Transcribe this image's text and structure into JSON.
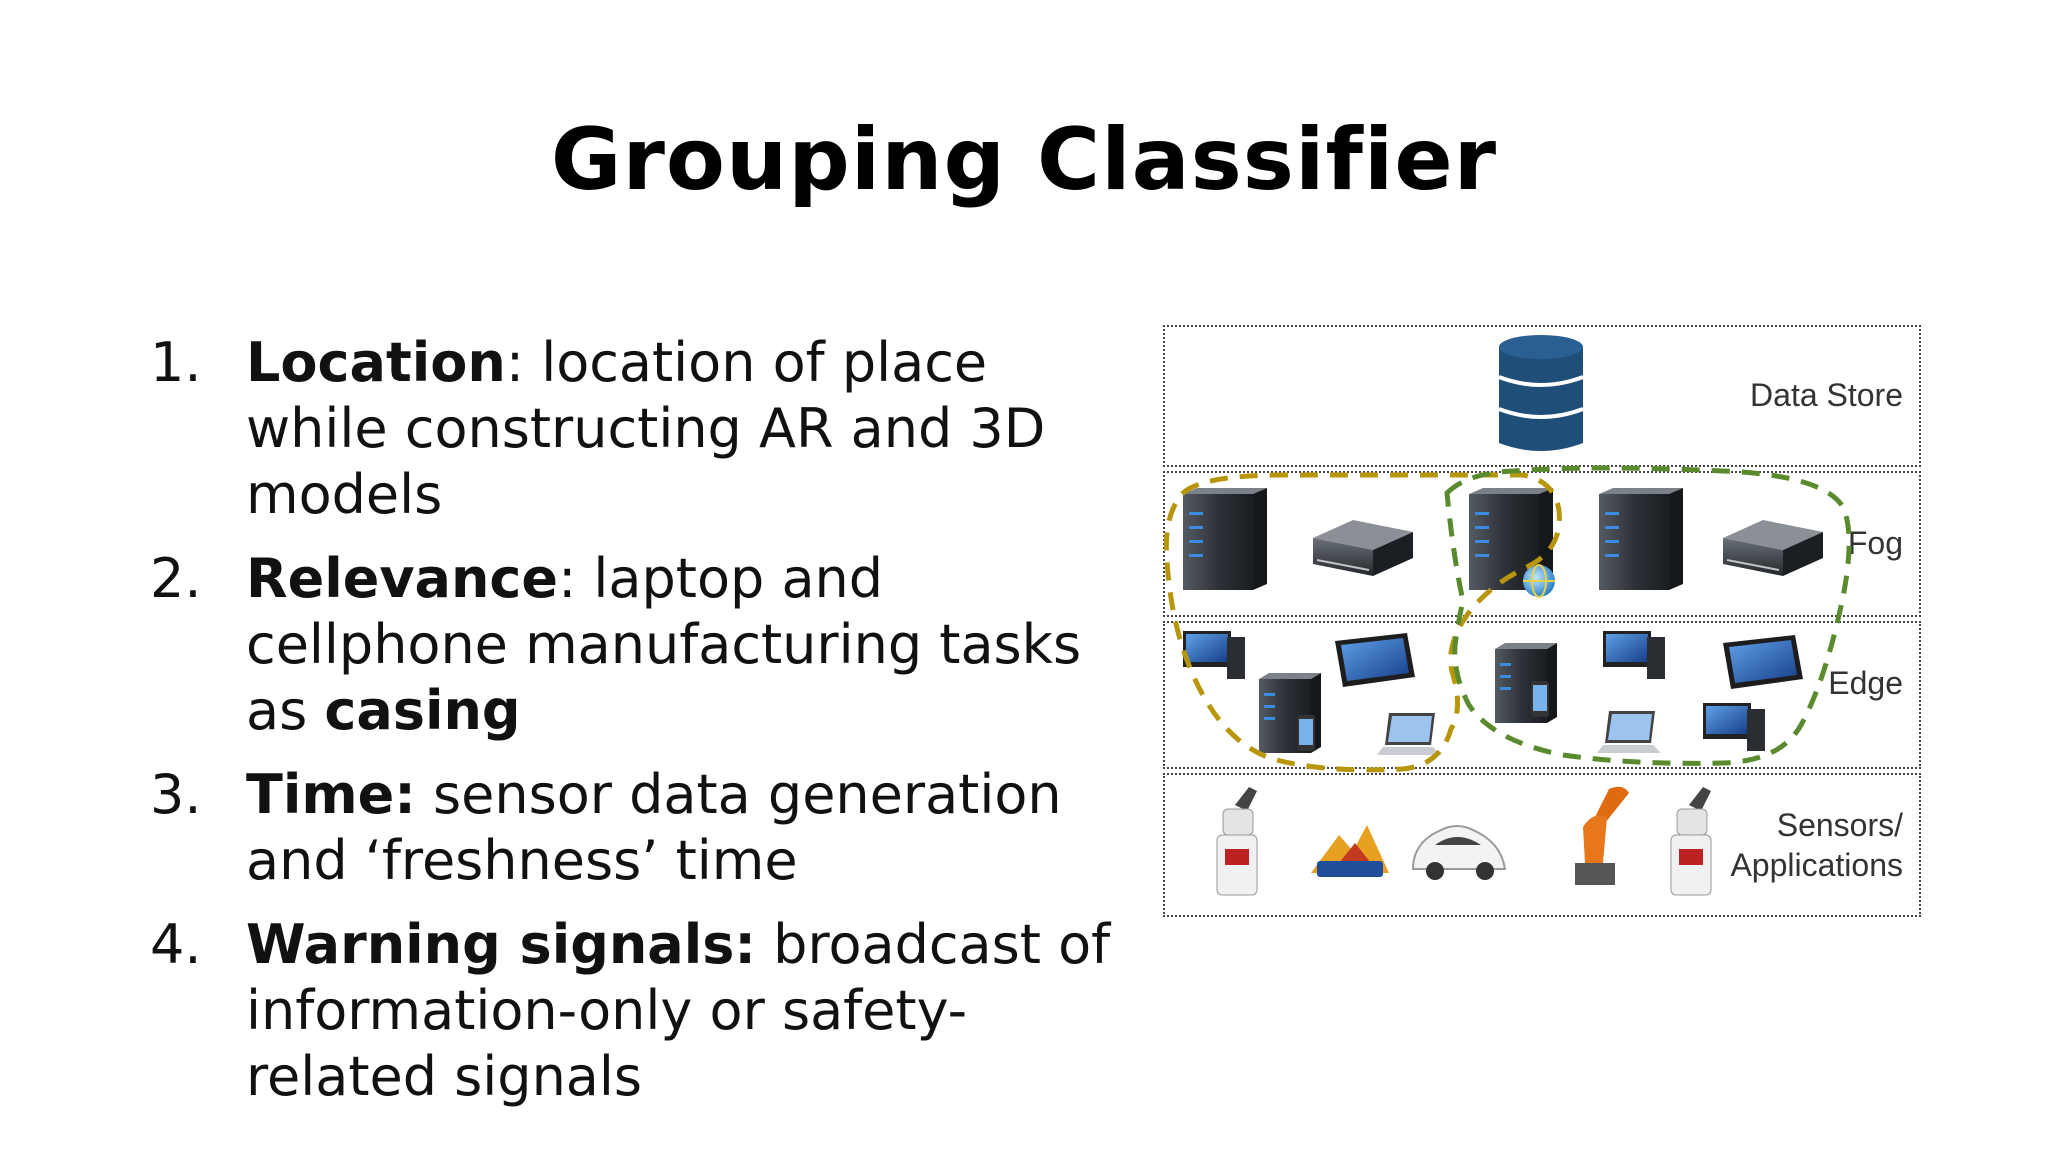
{
  "slide": {
    "title": "Grouping Classifier",
    "items": [
      {
        "num": "1.",
        "keyword": "Location",
        "sep": ": ",
        "text": "location of place while constructing AR and 3D models",
        "emph": ""
      },
      {
        "num": "2.",
        "keyword": "Relevance",
        "sep": ": ",
        "text": "laptop and cellphone manufacturing tasks as ",
        "emph": "casing"
      },
      {
        "num": "3.",
        "keyword": "Time:",
        "sep": " ",
        "text": "sensor data generation and ‘freshness’ time",
        "emph": ""
      },
      {
        "num": "4.",
        "keyword": "Warning signals:",
        "sep": " ",
        "text": "broadcast of information-only or safety-related signals",
        "emph": ""
      }
    ]
  },
  "diagram": {
    "layers": {
      "data_store": "Data Store",
      "fog": "Fog",
      "edge": "Edge",
      "sensors_line1": "Sensors/",
      "sensors_line2": "Applications"
    },
    "colors": {
      "group_gold": "#b8960c",
      "group_green": "#5a8a2e",
      "database": "#1f4e79",
      "server": "#2d3238",
      "monitor": "#1c3f8f"
    },
    "icons": [
      "database-icon",
      "tower-server-icon",
      "rack-server-icon",
      "globe-icon",
      "monitor-icon",
      "tablet-icon",
      "laptop-icon",
      "phone-icon",
      "robot-arm-icon",
      "industrial-robot-icon",
      "car-icon",
      "mountain-icon"
    ]
  }
}
